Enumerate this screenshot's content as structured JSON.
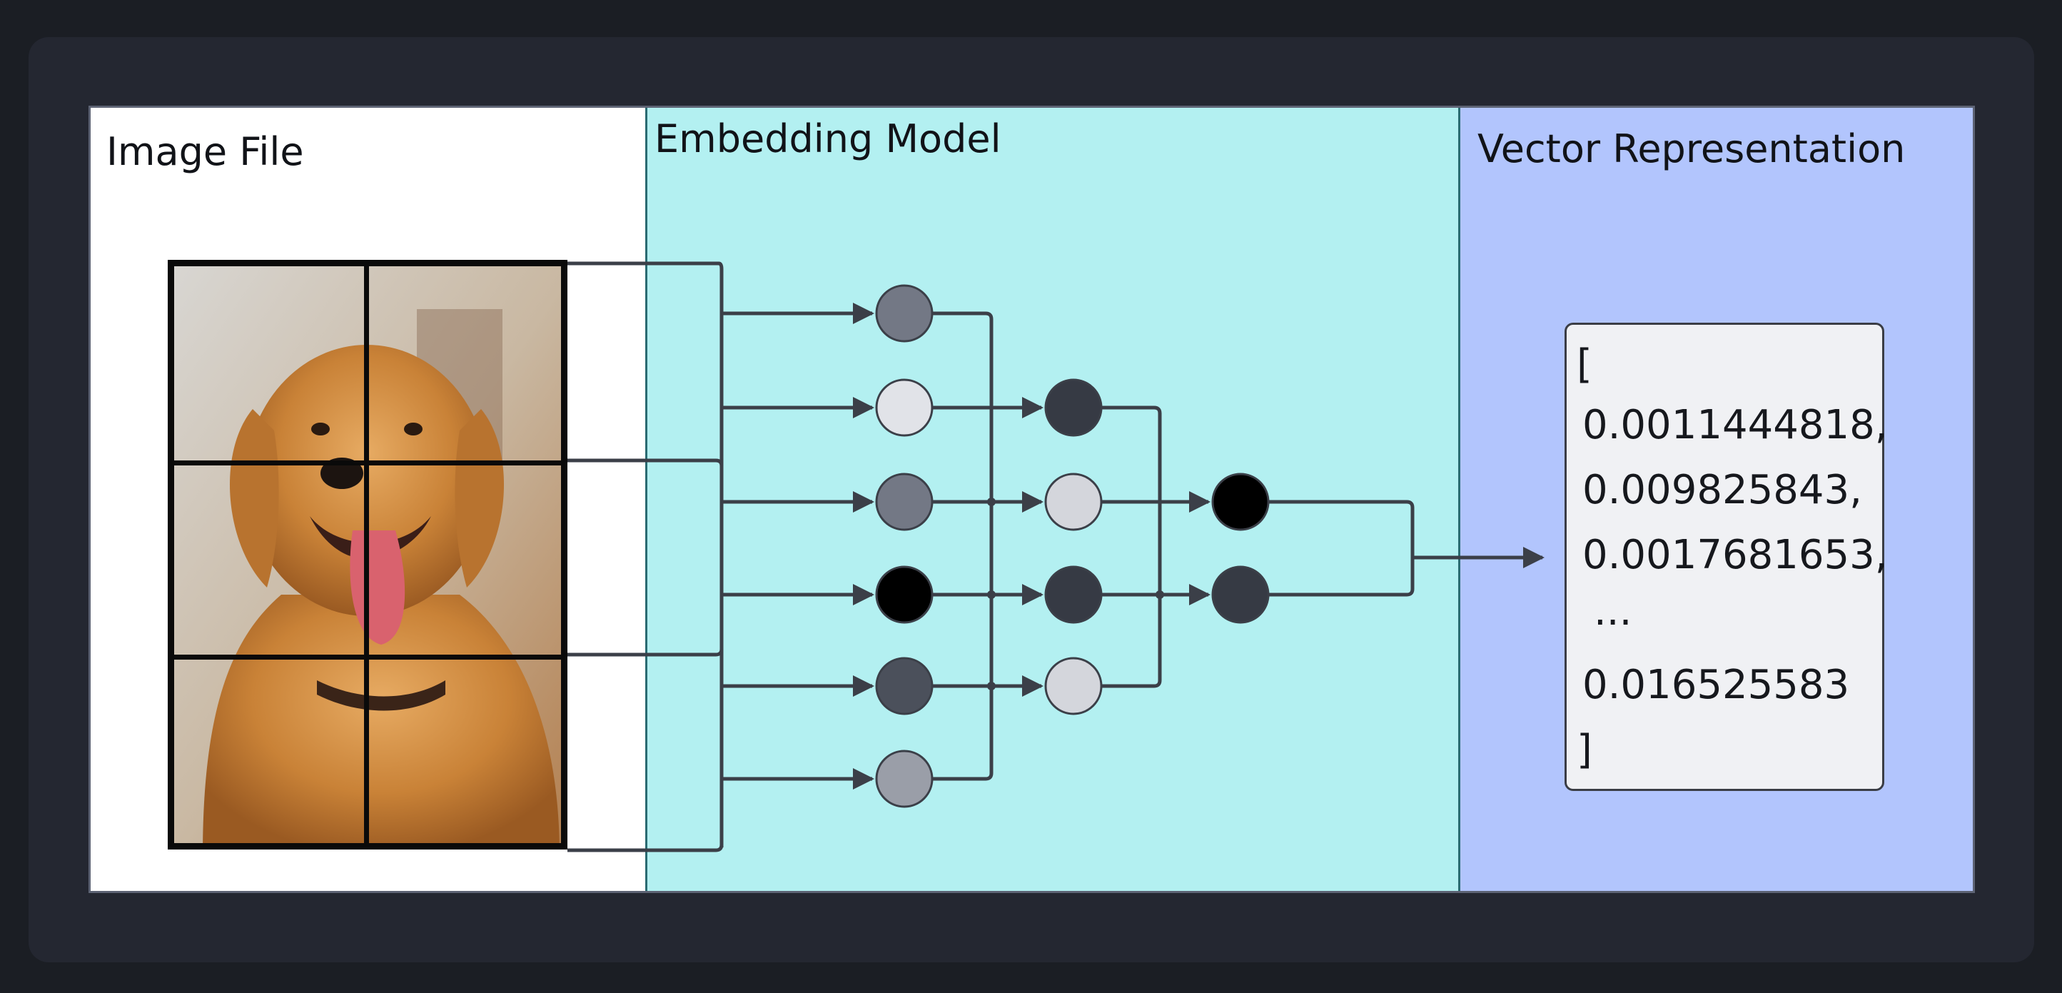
{
  "sections": {
    "image": {
      "title": "Image File"
    },
    "model": {
      "title": "Embedding Model"
    },
    "vector": {
      "title": "Vector Representation"
    }
  },
  "vector": {
    "open_bracket": "[",
    "values": [
      "0.0011444818,",
      "0.009825843,",
      "0.0017681653,",
      "...",
      "0.016525583"
    ],
    "close_bracket": "]"
  },
  "colors": {
    "image_bg": "#ffffff",
    "model_bg": "#b3f0f1",
    "vector_bg": "#b2c5fd",
    "wire": "#3b3f48",
    "node_fills": {
      "layer1": [
        "#737885",
        "#e1e3e8",
        "#737885",
        "#000000",
        "#4b505b",
        "#9a9ea8"
      ],
      "layer2": [
        "#363a44",
        "#d4d6dc",
        "#363a44",
        "#d4d6dc"
      ],
      "layer3": [
        "#000000",
        "#363a44"
      ]
    }
  },
  "icons": {
    "photo": "golden-retriever-photo",
    "grid": "patch-grid-overlay"
  }
}
